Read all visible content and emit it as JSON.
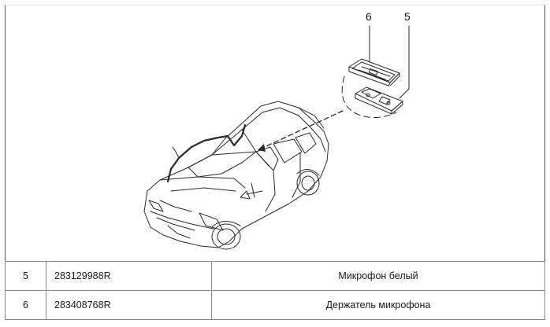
{
  "diagram": {
    "callouts": [
      {
        "id": "callout-6",
        "label": "6"
      },
      {
        "id": "callout-5",
        "label": "5"
      }
    ]
  },
  "parts_table": {
    "rows": [
      {
        "position": "5",
        "part_number": "283129988R",
        "name": "Микрофон белый"
      },
      {
        "position": "6",
        "part_number": "283408768R",
        "name": "Держатель микрофона"
      }
    ]
  },
  "colors": {
    "line": "#2a2a2a",
    "border": "#8a8a8a"
  }
}
